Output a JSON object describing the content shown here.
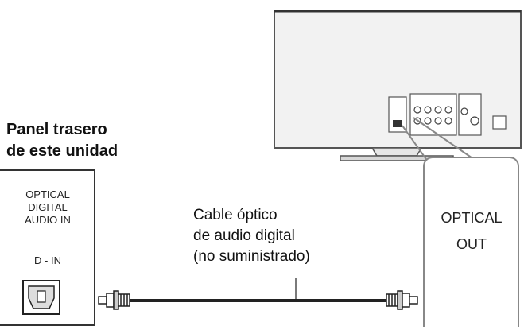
{
  "unit": {
    "title_line1": "Panel trasero",
    "title_line2": "de este unidad",
    "port_label_line1": "OPTICAL",
    "port_label_line2": "DIGITAL",
    "port_label_line3": "AUDIO IN",
    "port_sublabel": "D - IN"
  },
  "cable": {
    "label_line1": "Cable óptico",
    "label_line2": "de audio digital",
    "label_line3": "(no suministrado)"
  },
  "tv": {
    "port_label_line1": "OPTICAL",
    "port_label_line2": "OUT"
  },
  "colors": {
    "line": "#222222",
    "tv_outline": "#555555",
    "panel_outline": "#888888",
    "port_fill": "#dddddd"
  }
}
